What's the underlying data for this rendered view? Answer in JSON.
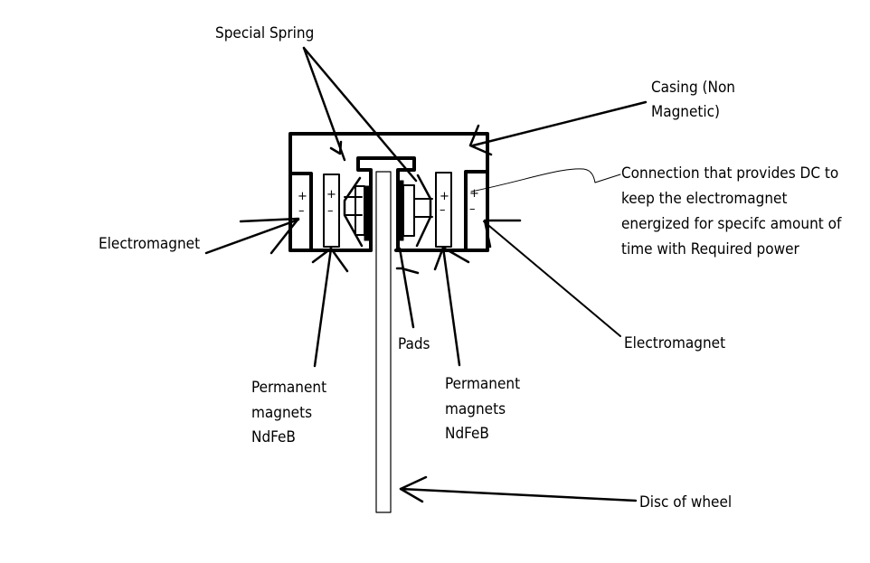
{
  "diagram": {
    "title": "Electromagnetic brake caliper schematic",
    "labels": {
      "special_spring": "Special Spring",
      "casing_line1": "Casing (Non",
      "casing_line2": "Magnetic)",
      "connection_line1": "Connection that provides DC to",
      "connection_line2": "keep the electromagnet",
      "connection_line3": "energized for specifc amount of",
      "connection_line4": "time with Required power",
      "electromagnet_left": "Electromagnet",
      "electromagnet_right": "Electromagnet",
      "pads": "Pads",
      "pm_left_line1": "Permanent",
      "pm_left_line2": "magnets",
      "pm_left_line3": "NdFeB",
      "pm_right_line1": "Permanent",
      "pm_right_line2": "magnets",
      "pm_right_line3": "NdFeB",
      "disc": "Disc of wheel"
    },
    "polarity": {
      "plus": "+",
      "minus": "–"
    },
    "colors": {
      "ink": "#000000",
      "background": "#ffffff"
    }
  }
}
